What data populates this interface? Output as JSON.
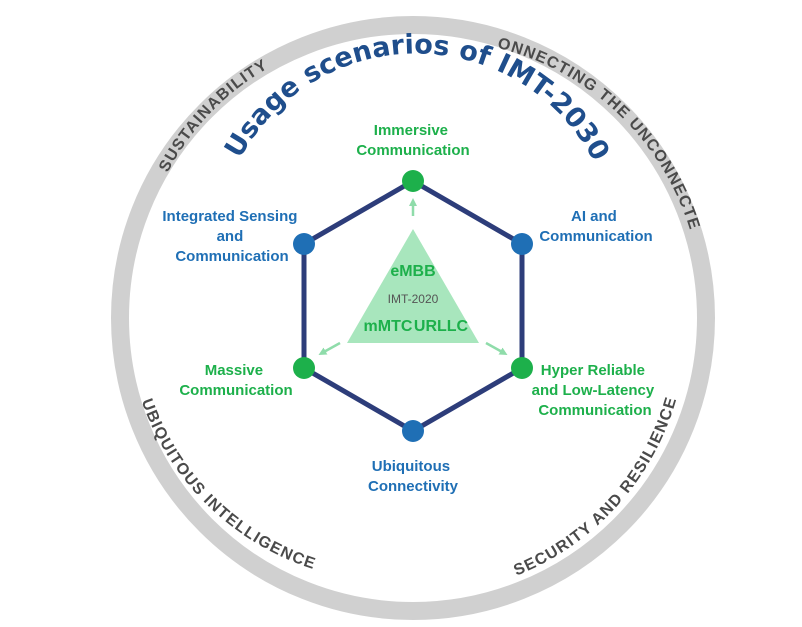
{
  "title": "Usage scenarios of IMT-2030",
  "ring_labels": {
    "top_left": "SUSTAINABILITY",
    "top_right": "CONNECTING THE UNCONNECTED",
    "bottom_left": "UBIQUITOUS INTELLIGENCE",
    "bottom_right": "SECURITY AND RESILIENCE"
  },
  "scenarios": {
    "immersive": [
      "Immersive",
      "Communication"
    ],
    "ai": [
      "AI and",
      "Communication"
    ],
    "hrllc": [
      "Hyper Reliable",
      "and Low-Latency",
      "Communication"
    ],
    "ubiquitous": [
      "Ubiquitous",
      "Connectivity"
    ],
    "massive": [
      "Massive",
      "Communication"
    ],
    "sensing": [
      "Integrated Sensing",
      "and",
      "Communication"
    ]
  },
  "triangle": {
    "top": "eMBB",
    "center": "IMT-2020",
    "left": "mMTC",
    "right": "URLLC"
  },
  "colors": {
    "ring": "#d0d0d0",
    "hexagon": "#2d3d7a",
    "green": "#1db04b",
    "blue": "#1f6fb5",
    "triangle_fill": "#a8e6bd",
    "arrow": "#8fdcaa",
    "title": "#1f4e8c"
  }
}
